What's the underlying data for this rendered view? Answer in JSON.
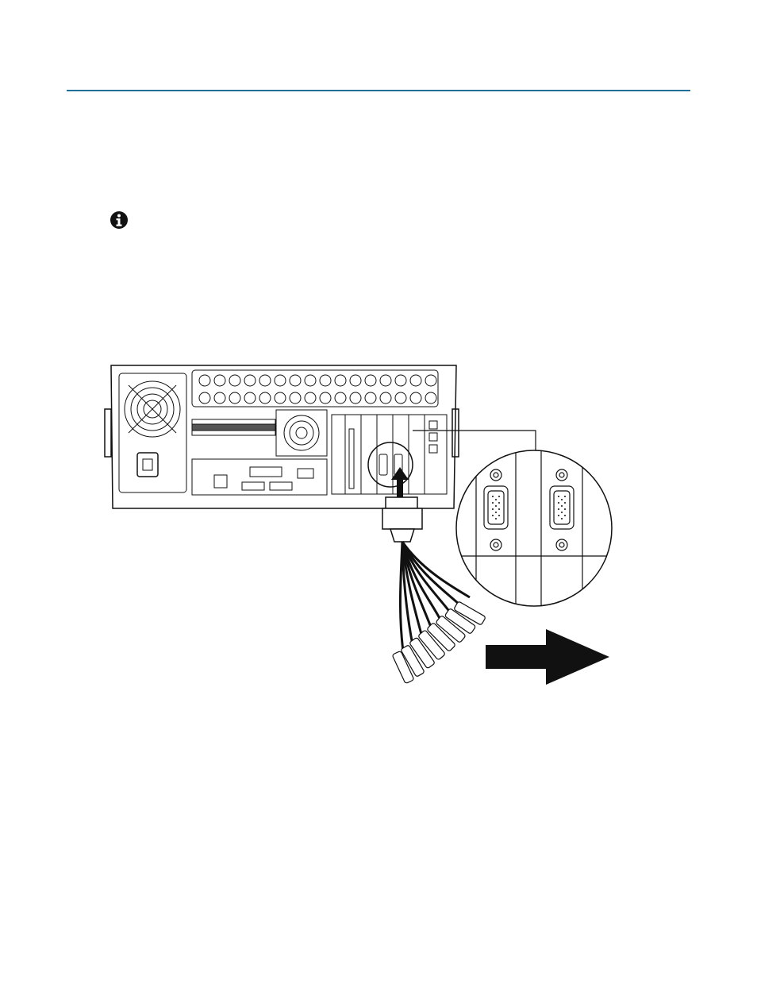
{
  "page": {
    "accent_color": "#1f6f9a",
    "background_color": "#ffffff"
  },
  "note": {
    "icon": "info-icon"
  },
  "figure": {
    "subject": "dvr-rear-panel-with-breakout-cable",
    "callout": "vga-connector-pair-detail",
    "arrow": "right-arrow"
  }
}
